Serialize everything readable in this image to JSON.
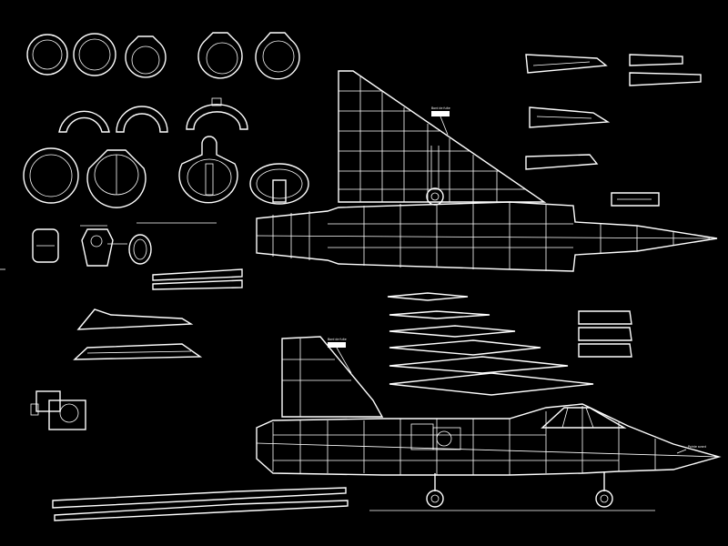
{
  "drawing": {
    "background": "#000000",
    "line_color": "#ffffff"
  },
  "labels": {
    "section_marker_top": "Bord de fuite",
    "section_marker_side": "Bord de fuite",
    "nose_note": "Pointe avant"
  }
}
